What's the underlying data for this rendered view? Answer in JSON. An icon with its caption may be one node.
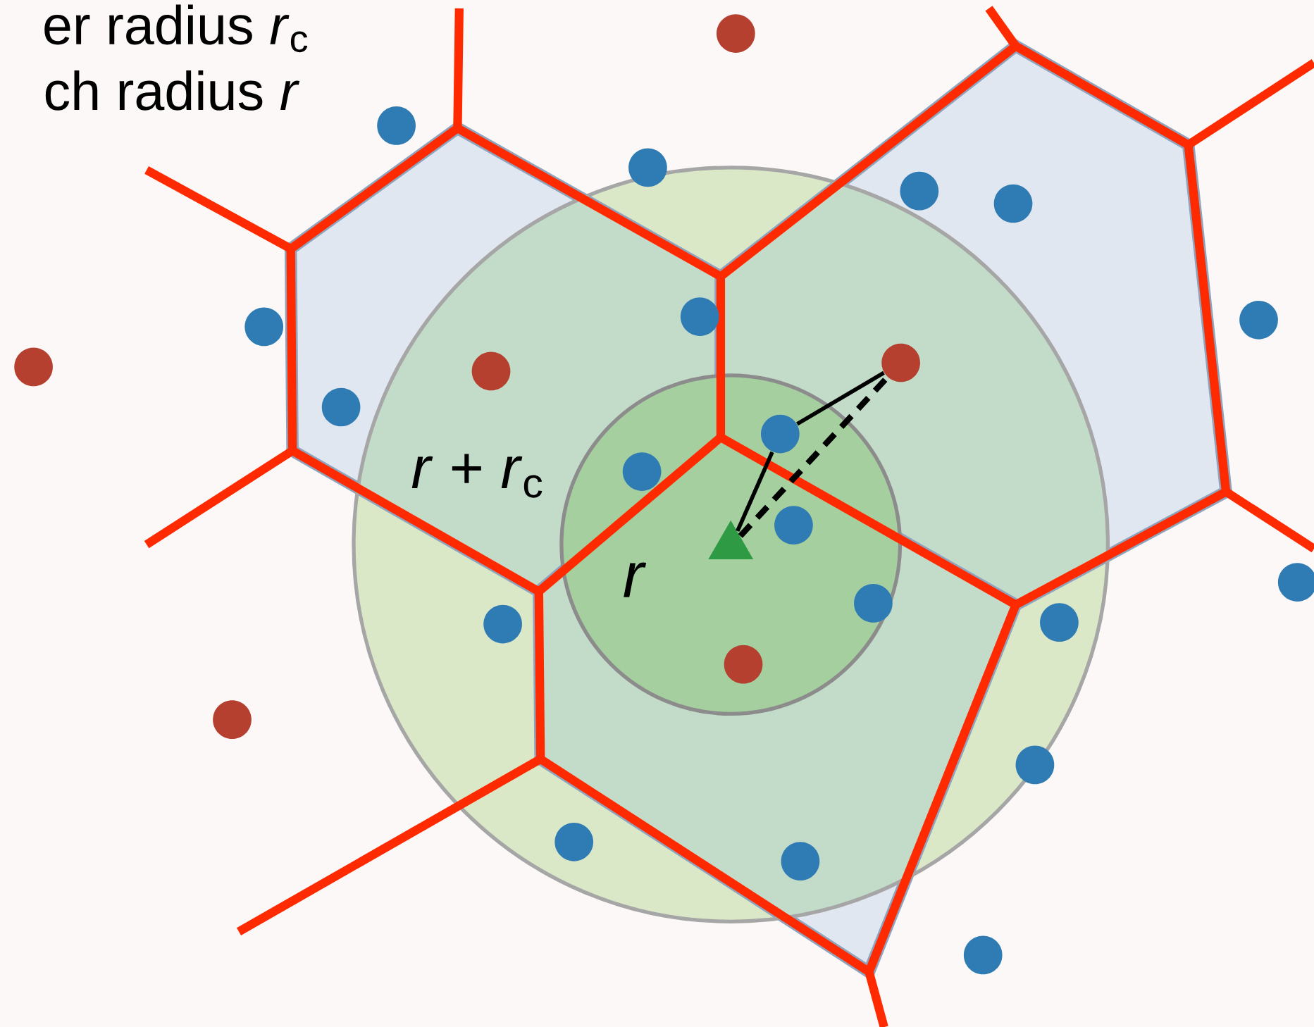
{
  "diagram": {
    "nodes": [
      {
        "text": [],
        "shape": "circle"
      },
      {
        "text": [],
        "shape": "circle"
      },
      {
        "text": [],
        "shape": "circle"
      },
      {
        "text": [],
        "shape": "circle"
      },
      {
        "text": [],
        "shape": "circle"
      },
      {
        "text": [],
        "shape": "circle"
      },
      {
        "text": [],
        "shape": "circle"
      },
      {
        "text": [],
        "shape": "circle"
      },
      {
        "text": [],
        "shape": "circle"
      },
      {
        "text": [],
        "shape": "circle"
      },
      {
        "text": [],
        "shape": "circle"
      },
      {
        "text": [],
        "shape": "circle"
      },
      {
        "text": [],
        "shape": "circle"
      },
      {
        "text": [],
        "shape": "circle"
      },
      {
        "text": [],
        "shape": "circle"
      },
      {
        "text": [],
        "shape": "triangle"
      },
      {
        "text": [],
        "shape": "circle"
      },
      {
        "text": [],
        "shape": "circle"
      },
      {
        "text": [],
        "shape": "circle"
      },
      {
        "text": [],
        "shape": "circle"
      },
      {
        "text": [],
        "shape": "circle"
      },
      {
        "text": [],
        "shape": "circle"
      },
      {
        "text": [],
        "shape": "circle"
      },
      {
        "text": [],
        "shape": "circle"
      },
      {
        "text": [],
        "shape": "circle"
      },
      {
        "text": [],
        "shape": "circle"
      }
    ],
    "edges": [
      {
        "from": 15,
        "to": 12,
        "arrow": "none"
      },
      {
        "from": 12,
        "to": 8,
        "arrow": "none"
      },
      {
        "from": 15,
        "to": 8,
        "arrow": "none",
        "style": "dashed"
      }
    ],
    "labels": [
      "er radius *r*$_{c}$",
      "ch radius *r*",
      "*r* + *r*$_{c}$",
      "*r*"
    ]
  }
}
